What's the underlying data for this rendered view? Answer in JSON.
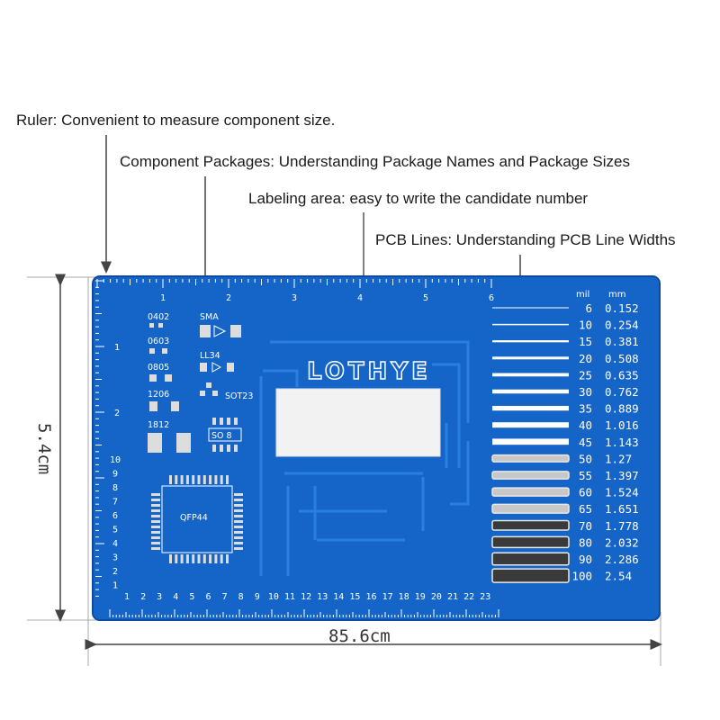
{
  "callouts": {
    "ruler": "Ruler: Convenient to measure component size.",
    "packages": "Component Packages: Understanding Package Names and Package Sizes",
    "labeling": "Labeling area: easy to write the candidate number",
    "pcb_lines": "PCB Lines: Understanding PCB Line Widths"
  },
  "dimensions": {
    "width": "85.6cm",
    "height": "5.4cm"
  },
  "watermark": "LOTHYE",
  "colors": {
    "board": "#1565c8",
    "board_dark": "#0d4aa0",
    "silk": "#ffffff",
    "pad_silver": "#c8c8c8",
    "pad_dark": "#3a3a3a"
  },
  "ruler_cm_top": [
    "1",
    "2",
    "3",
    "4",
    "5",
    "6"
  ],
  "ruler_cm_left": [
    "1",
    "2"
  ],
  "ruler_mm_bottom": [
    "1",
    "2",
    "3",
    "4",
    "5",
    "6",
    "7",
    "8",
    "9",
    "10",
    "11",
    "12",
    "13",
    "14",
    "15",
    "16",
    "17",
    "18",
    "19",
    "20",
    "21",
    "22",
    "23"
  ],
  "ruler_mm_left": [
    "10",
    "9",
    "8",
    "7",
    "6",
    "5",
    "4",
    "3",
    "2",
    "1"
  ],
  "packages": [
    "0402",
    "0603",
    "0805",
    "1206",
    "1812",
    "SMA",
    "LL34",
    "SOT23",
    "SO 8",
    "QFP44"
  ],
  "line_table": {
    "header_mil": "mil",
    "header_mm": "mm",
    "rows": [
      {
        "mil": "6",
        "mm": "0.152"
      },
      {
        "mil": "10",
        "mm": "0.254"
      },
      {
        "mil": "15",
        "mm": "0.381"
      },
      {
        "mil": "20",
        "mm": "0.508"
      },
      {
        "mil": "25",
        "mm": "0.635"
      },
      {
        "mil": "30",
        "mm": "0.762"
      },
      {
        "mil": "35",
        "mm": "0.889"
      },
      {
        "mil": "40",
        "mm": "1.016"
      },
      {
        "mil": "45",
        "mm": "1.143"
      },
      {
        "mil": "50",
        "mm": "1.27"
      },
      {
        "mil": "55",
        "mm": "1.397"
      },
      {
        "mil": "60",
        "mm": "1.524"
      },
      {
        "mil": "65",
        "mm": "1.651"
      },
      {
        "mil": "70",
        "mm": "1.778"
      },
      {
        "mil": "80",
        "mm": "2.032"
      },
      {
        "mil": "90",
        "mm": "2.286"
      },
      {
        "mil": "100",
        "mm": "2.54"
      }
    ]
  }
}
